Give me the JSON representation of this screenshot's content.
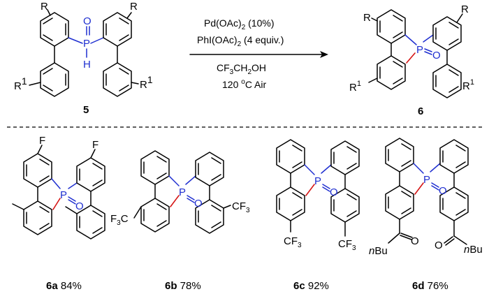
{
  "scheme": {
    "reactant_label": "5",
    "product_label": "6",
    "conditions": {
      "line1": "Pd(OAc)",
      "line1_sub": "2",
      "line1_rest": " (10%)",
      "line2": "PhI(OAc)",
      "line2_sub": "2",
      "line2_rest": " (4 equiv.)",
      "line3": "CF",
      "line3_sub": "3",
      "line3_rest": "CH",
      "line3_sub2": "2",
      "line3_end": "OH",
      "line4_pre": "120 ",
      "line4_sup": "o",
      "line4_post": "C Air"
    },
    "atoms": {
      "R": "R",
      "R1": "R",
      "R1_sup": "1",
      "P": "P",
      "O": "O",
      "H": "H",
      "F": "F",
      "CF3": "CF",
      "CF3_sub": "3",
      "F3C": "F",
      "F3C_sub": "3",
      "F3C_C": "C",
      "nBu_n": "n",
      "nBu": "Bu"
    }
  },
  "products": [
    {
      "id": "6a",
      "yield": " 84%"
    },
    {
      "id": "6b",
      "yield": " 78%"
    },
    {
      "id": "6c",
      "yield": " 92%"
    },
    {
      "id": "6d",
      "yield": " 76%"
    }
  ]
}
